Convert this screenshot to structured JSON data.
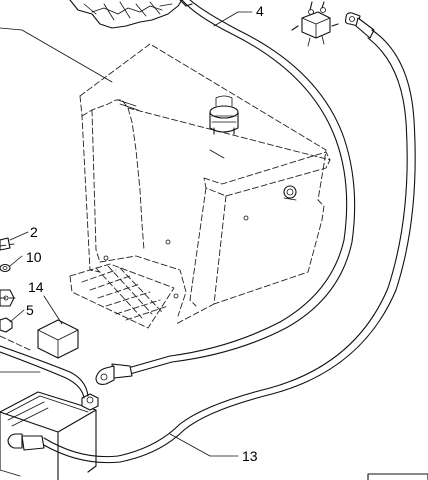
{
  "callouts": {
    "c2": "2",
    "c4": "4",
    "c5": "5",
    "c10": "10",
    "c13": "13",
    "c14": "14"
  }
}
